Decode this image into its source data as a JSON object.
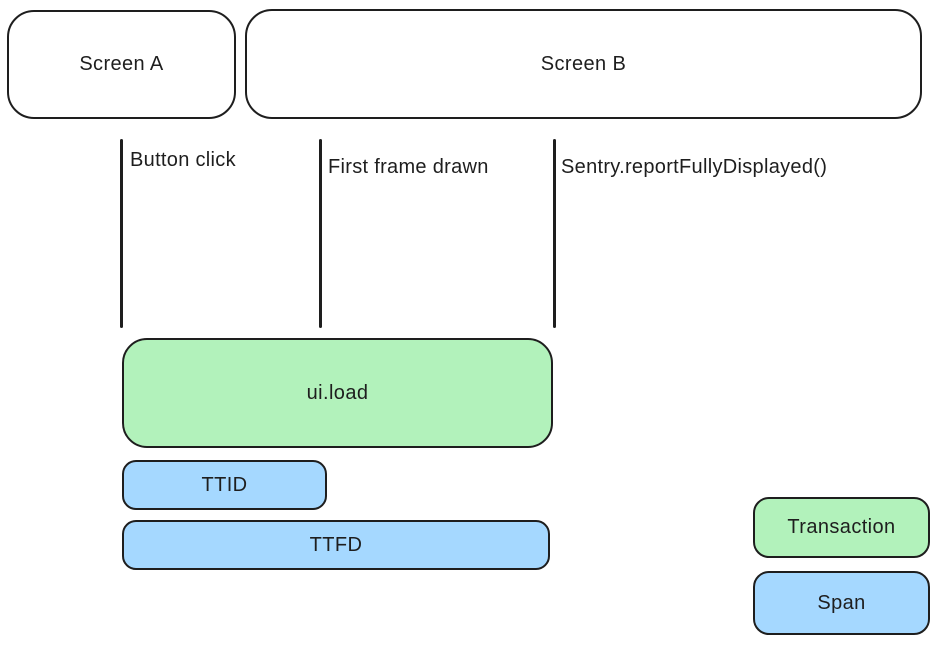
{
  "diagram": {
    "screens": [
      {
        "label": "Screen A"
      },
      {
        "label": "Screen B"
      }
    ],
    "events": [
      {
        "label": "Button click"
      },
      {
        "label": "First frame drawn"
      },
      {
        "label": "Sentry.reportFullyDisplayed()"
      }
    ],
    "bars": [
      {
        "label": "ui.load",
        "kind": "transaction"
      },
      {
        "label": "TTID",
        "kind": "span"
      },
      {
        "label": "TTFD",
        "kind": "span"
      }
    ],
    "legend": [
      {
        "label": "Transaction",
        "kind": "transaction"
      },
      {
        "label": "Span",
        "kind": "span"
      }
    ],
    "colors": {
      "transaction_fill": "#b2f2bb",
      "span_fill": "#a5d8ff",
      "stroke": "#1e1e1e",
      "background": "#ffffff"
    }
  }
}
